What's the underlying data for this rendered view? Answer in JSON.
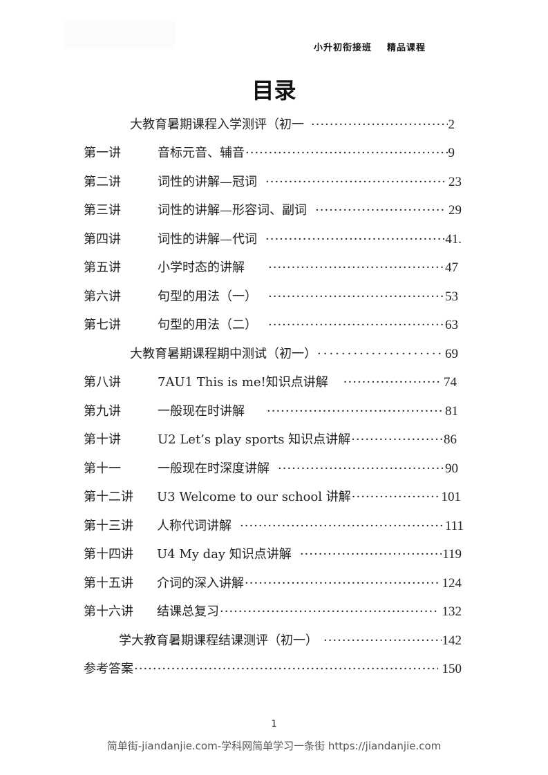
{
  "header": {
    "left": "小升初衔接班",
    "right": "精品课程"
  },
  "title": "目录",
  "toc": [
    {
      "lecture": "",
      "title": "大教育暑期课程入学测评（初一",
      "page": "2",
      "indent": true
    },
    {
      "lecture": "第一讲",
      "title": "音标元音、辅音",
      "page": "9"
    },
    {
      "lecture": "第二讲",
      "title": "词性的讲解—冠词",
      "page": "23"
    },
    {
      "lecture": "第三讲",
      "title": "词性的讲解—形容词、副词",
      "page": "29"
    },
    {
      "lecture": "第四讲",
      "title": "词性的讲解—代词",
      "page": "41."
    },
    {
      "lecture": "第五讲",
      "title": "小学时态的讲解",
      "page": "47"
    },
    {
      "lecture": "第六讲",
      "title": "句型的用法（一）",
      "page": "53"
    },
    {
      "lecture": "第七讲",
      "title": "句型的用法（二）",
      "page": "63"
    },
    {
      "lecture": "",
      "title": "大教育暑期课程期中测试（初一）",
      "page": "69",
      "indent": true
    },
    {
      "lecture": "第八讲",
      "title": "7AU1 This is me!知识点讲解",
      "page": "74"
    },
    {
      "lecture": "第九讲",
      "title": "一般现在时讲解",
      "page": "81"
    },
    {
      "lecture": "第十讲",
      "title": "U2 Let’s play sports 知识点讲解",
      "page": "86"
    },
    {
      "lecture": "第十一",
      "title": "一般现在时深度讲解",
      "page": "90"
    },
    {
      "lecture": "第十二讲",
      "title": "U3 Welcome to our school 讲解",
      "page": "101"
    },
    {
      "lecture": "第十三讲",
      "title": "人称代词讲解",
      "page": "111"
    },
    {
      "lecture": "第十四讲",
      "title": "U4 My day 知识点讲解",
      "page": "119"
    },
    {
      "lecture": "第十五讲",
      "title": "介词的深入讲解",
      "page": "124"
    },
    {
      "lecture": "第十六讲",
      "title": "结课总复习",
      "page": "132"
    },
    {
      "lecture": "",
      "title": "学大教育暑期课程结课测评（初一）",
      "page": "142",
      "indent": true
    },
    {
      "lecture": "",
      "title": "参考答案",
      "page": "150"
    }
  ],
  "page_number": "1",
  "footer": "简单街-jiandanjie.com-学科网简单学习一条街 https://jiandanjie.com"
}
